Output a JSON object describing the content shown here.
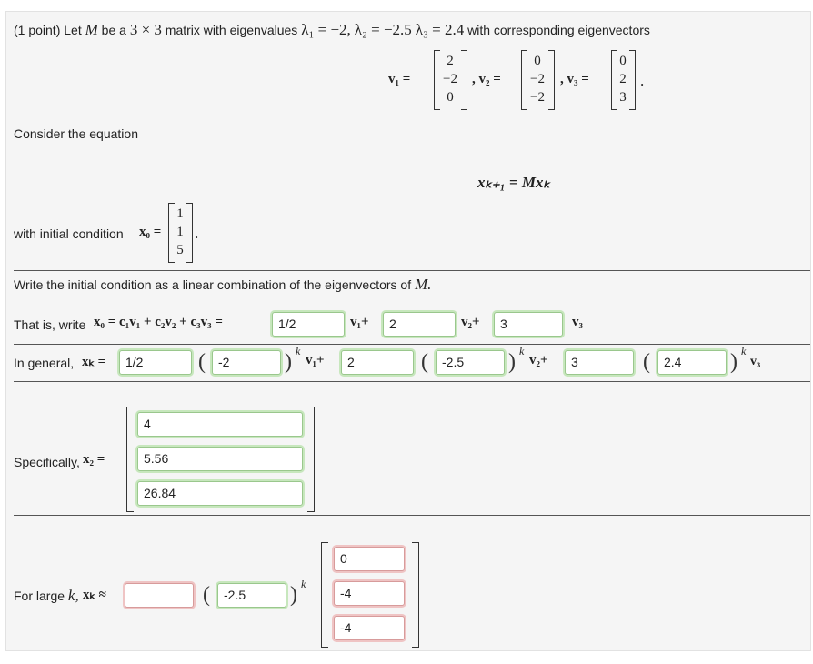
{
  "intro": {
    "prefix": "(1 point) Let",
    "M": "M",
    "be_a": "be a",
    "dims": "3 × 3",
    "matrix_text": "matrix with eigenvalues",
    "l1": "λ₁ = −2,",
    "l2": "λ₂ = −2.5",
    "l3": "λ₃ = 2.4",
    "suffix": "with corresponding eigenvectors"
  },
  "eigvecs": {
    "v1_label": "v₁ =",
    "v1": [
      "2",
      "−2",
      "0"
    ],
    "v2_label": ", v₂ =",
    "v2": [
      "0",
      "−2",
      "−2"
    ],
    "v3_label": ", v₃ =",
    "v3": [
      "0",
      "2",
      "3"
    ],
    "end": "."
  },
  "consider": "Consider the equation",
  "equation": "xₖ₊₁ = Mxₖ",
  "initial": {
    "text": "with initial condition",
    "label": "x₀ =",
    "vector": [
      "1",
      "1",
      "5"
    ],
    "end": "."
  },
  "write_prompt": "Write the initial condition as a linear combination of the eigenvectors of",
  "write_prompt_M": "M.",
  "that_is": {
    "text": "That is, write",
    "expr": "x₀ = c₁v₁ + c₂v₂ + c₃v₃ =",
    "c1": "1/2",
    "v1": "v₁+",
    "c2": "2",
    "v2": "v₂+",
    "c3": "3",
    "v3": "v₃"
  },
  "general": {
    "text": "In general,",
    "label": "xₖ =",
    "c1": "1/2",
    "l1": "-2",
    "pow1": "k",
    "v1": "v₁+",
    "c2": "2",
    "l2": "-2.5",
    "pow2": "k",
    "v2": "v₂+",
    "c3": "3",
    "l3": "2.4",
    "pow3": "k",
    "v3": "v₃"
  },
  "specific": {
    "text": "Specifically,",
    "label": "x₂ =",
    "values": [
      "4",
      "5.56",
      "26.84"
    ]
  },
  "large_k": {
    "text": "For large",
    "k": "k,",
    "label": "xₖ ≈",
    "coef": "",
    "lambda": "-2.5",
    "pow": "k",
    "vector": [
      "0",
      "-4",
      "-4"
    ]
  }
}
